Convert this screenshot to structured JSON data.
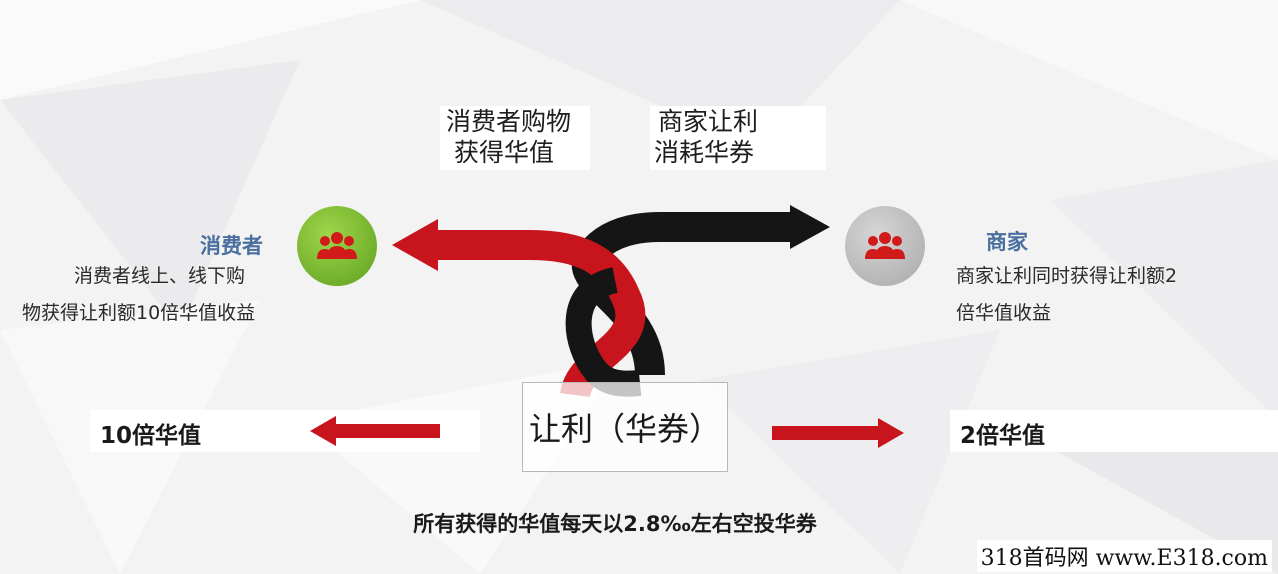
{
  "top_texts": {
    "consumer_line1": "消费者购物",
    "consumer_line2": "获得华值",
    "merchant_line1": "商家让利",
    "merchant_line2": "消耗华券"
  },
  "consumer": {
    "title": "消费者",
    "desc_line1": "消费者线上、线下购",
    "desc_line2": "物获得让利额10倍华值收益",
    "value": "10倍华值"
  },
  "merchant": {
    "title": "商家",
    "desc_line1": "商家让利同时获得让利额2",
    "desc_line2": "倍华值收益",
    "value": "2倍华值"
  },
  "center": {
    "label": "让利（华券）"
  },
  "footer": {
    "text": "所有获得的华值每天以2.8‰左右空投华券"
  },
  "watermark": {
    "text": "318首码网 www.E318.com"
  },
  "colors": {
    "red": "#c8141c",
    "black": "#151515",
    "green": "#7bbf30",
    "gray": "#bdbdbd",
    "title_blue": "#4a6f9f"
  },
  "icons": [
    "people-icon"
  ]
}
